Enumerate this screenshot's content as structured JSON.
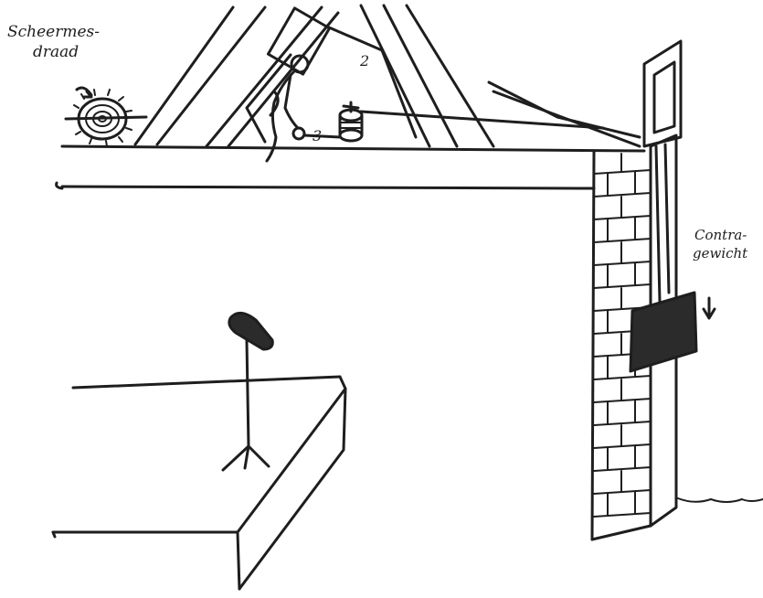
{
  "labels": {
    "razor_wire_line1": "Scheermes-",
    "razor_wire_line2": "draad",
    "counterweight_line1": "Contra-",
    "counterweight_line2": "gewicht",
    "marker_2": "2",
    "marker_3": "3"
  },
  "colors": {
    "ink": "#1e1e1e",
    "paper": "#ffffff",
    "counterweight_fill": "#2b2b2b"
  },
  "icons": {
    "razor_wire": "razor-wire-coil-icon",
    "microphone": "microphone-stand-icon",
    "counterweight": "counterweight-block-icon",
    "pulley": "pulley-icon"
  }
}
